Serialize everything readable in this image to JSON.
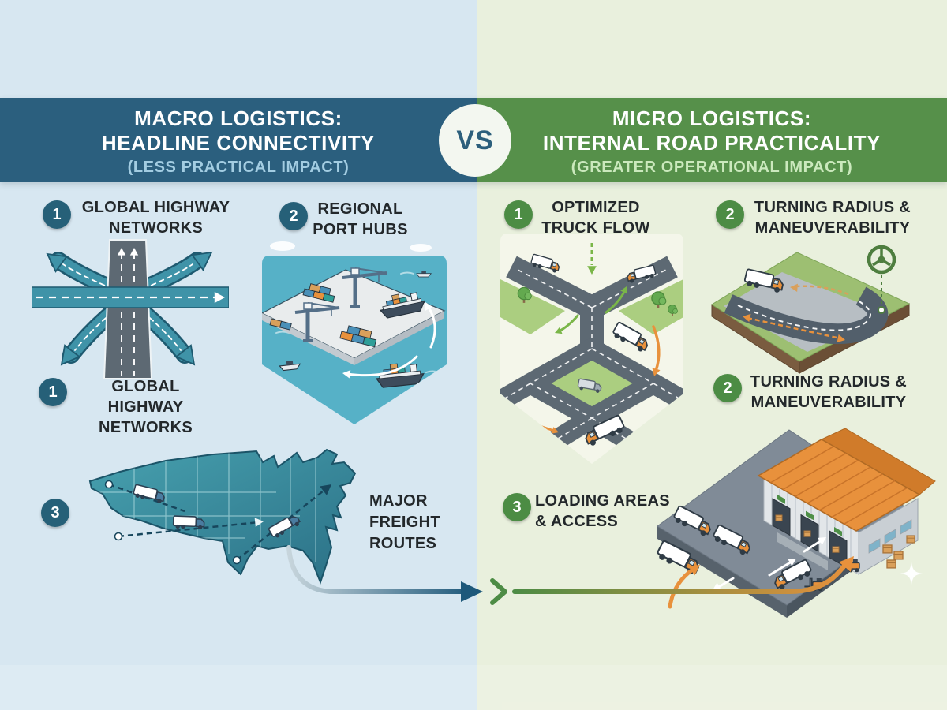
{
  "title": "Macro vs Micro Logistics comparison infographic",
  "colors": {
    "left_background": "#d7e7f1",
    "right_background": "#e9f0dd",
    "left_banner": "#2b5f7e",
    "right_banner": "#56904a",
    "left_subtitle": "#a3cde2",
    "right_subtitle": "#cbe9bd",
    "left_badge": "#266078",
    "right_badge": "#4c8c44",
    "accent_teal": "#3f93a8",
    "accent_orange": "#e8913c",
    "accent_green_arrow": "#7ab648",
    "label_text": "#23282b"
  },
  "header": {
    "left": {
      "line1": "MACRO LOGISTICS:",
      "line2": "HEADLINE CONNECTIVITY",
      "subtitle": "(LESS PRACTICAL IMPACT)"
    },
    "vs": "VS",
    "right": {
      "line1": "MICRO LOGISTICS:",
      "line2": "INTERNAL ROAD PRACTICALITY",
      "subtitle": "(GREATER OPERATIONAL IMPACT)"
    }
  },
  "left_panel": {
    "item1": {
      "number": "1",
      "line1": "GLOBAL HIGHWAY",
      "line2": "NETWORKS"
    },
    "item2": {
      "number": "2",
      "line1": "REGIONAL",
      "line2": "PORT HUBS"
    },
    "item1_repeat": {
      "number": "1",
      "line1": "GLOBAL HIGHWAY",
      "line2": "NETWORKS"
    },
    "item3": {
      "number": "3",
      "line1": "MAJOR",
      "line2": "FREIGHT",
      "line3": "ROUTES"
    }
  },
  "right_panel": {
    "item1": {
      "number": "1",
      "line1": "OPTIMIZED",
      "line2": "TRUCK FLOW"
    },
    "item2": {
      "number": "2",
      "line1": "TURNING RADIUS &",
      "line2": "MANEUVERABILITY"
    },
    "item2_repeat": {
      "number": "2",
      "line1": "TURNING RADIUS &",
      "line2": "MANEUVERABILITY"
    },
    "item3": {
      "number": "3",
      "line1": "LOADING AREAS",
      "line2": "& ACCESS"
    }
  },
  "icons": {
    "vs_badge": "vs-circle",
    "steering_wheel": "steering-wheel-icon",
    "sparkle": "sparkle-icon",
    "flow_arrow": "left-to-right transition arrow (blue to green to orange)"
  }
}
